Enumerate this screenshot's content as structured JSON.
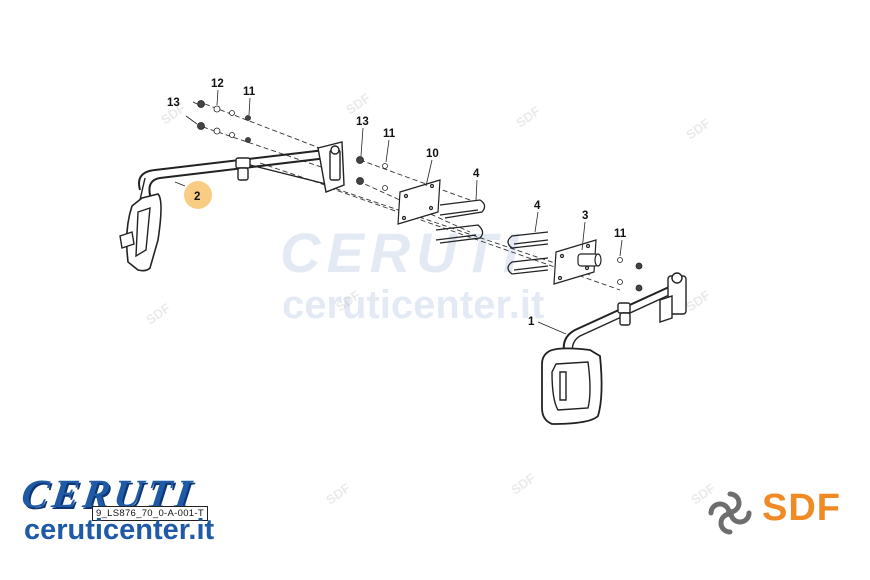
{
  "drawing_code": "9_LS876_70_0-A-001-T",
  "watermark": {
    "brand": "CERUTI",
    "site": "ceruticenter.it",
    "tile": "SDF"
  },
  "callouts": [
    {
      "id": "c1",
      "text": "1"
    },
    {
      "id": "c2",
      "text": "2",
      "highlighted": true
    },
    {
      "id": "c3",
      "text": "3"
    },
    {
      "id": "c4a",
      "text": "4"
    },
    {
      "id": "c4b",
      "text": "4"
    },
    {
      "id": "c10",
      "text": "10"
    },
    {
      "id": "c11a",
      "text": "11"
    },
    {
      "id": "c11b",
      "text": "11"
    },
    {
      "id": "c11c",
      "text": "11"
    },
    {
      "id": "c12",
      "text": "12"
    },
    {
      "id": "c13a",
      "text": "13"
    },
    {
      "id": "c13b",
      "text": "13"
    }
  ],
  "logos": {
    "ceruti_text": "CERUTI",
    "ceruti_site": "ceruticenter.it",
    "sdf_text": "SDF"
  },
  "colors": {
    "ceruti_blue": "#1f5aa6",
    "sdf_orange": "#f08a24",
    "highlight": "#f5b041",
    "line": "#222222"
  }
}
